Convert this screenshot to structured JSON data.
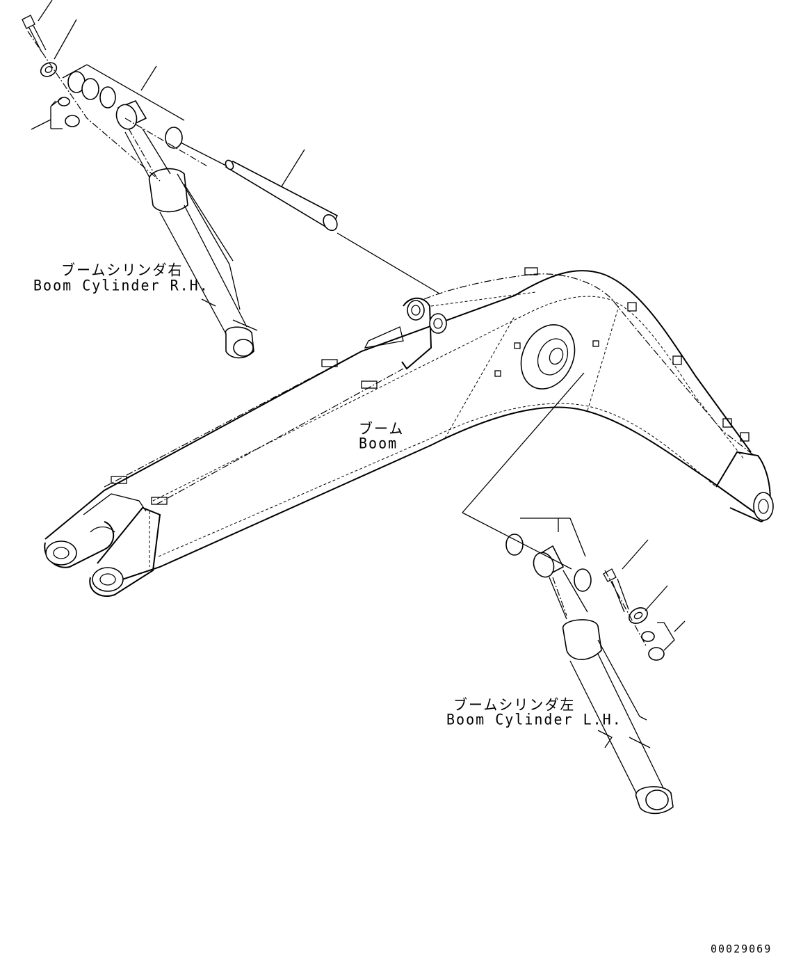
{
  "labels": {
    "rh_cylinder_jp": "ブームシリンダ右",
    "rh_cylinder_en": "Boom Cylinder R.H.",
    "boom_jp": "ブーム",
    "boom_en": "Boom",
    "lh_cylinder_jp": "ブームシリンダ左",
    "lh_cylinder_en": "Boom Cylinder L.H."
  },
  "figure_code": "00029069"
}
